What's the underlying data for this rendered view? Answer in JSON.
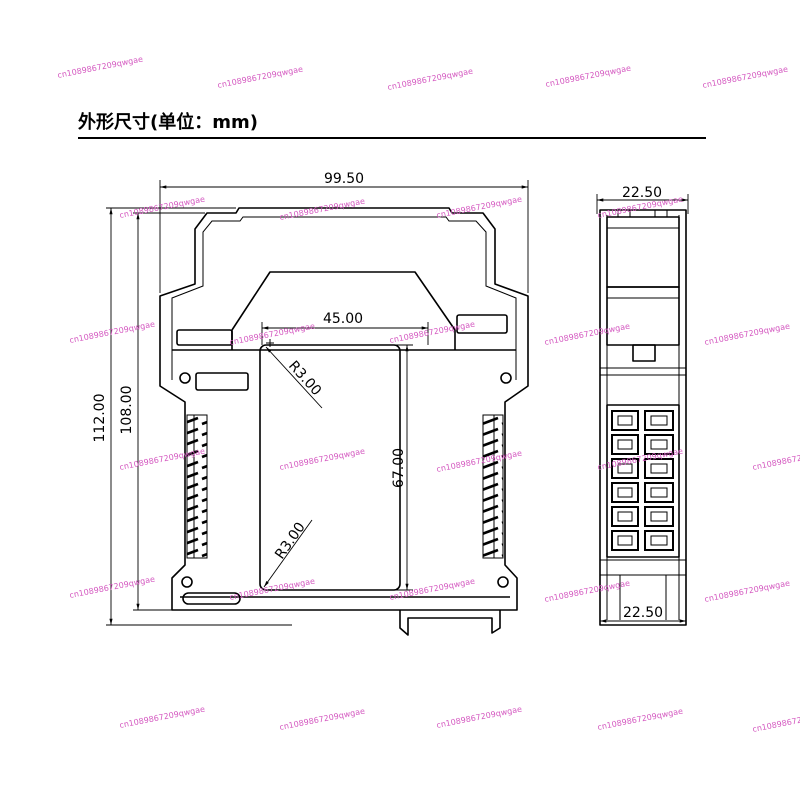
{
  "title": "外形尺寸(单位：mm)",
  "front_view": {
    "overall_width": "99.50",
    "window_width": "45.00",
    "overall_height": "112.00",
    "body_height": "108.00",
    "window_height": "67.00",
    "radius_upper": "R3.00",
    "radius_lower": "R3.00"
  },
  "side_view": {
    "width_top": "22.50",
    "width_bottom": "22.50"
  },
  "watermark": "cn1089867209qwgae",
  "colors": {
    "line": "#000000",
    "watermark": "#d458c0",
    "background": "#ffffff"
  }
}
